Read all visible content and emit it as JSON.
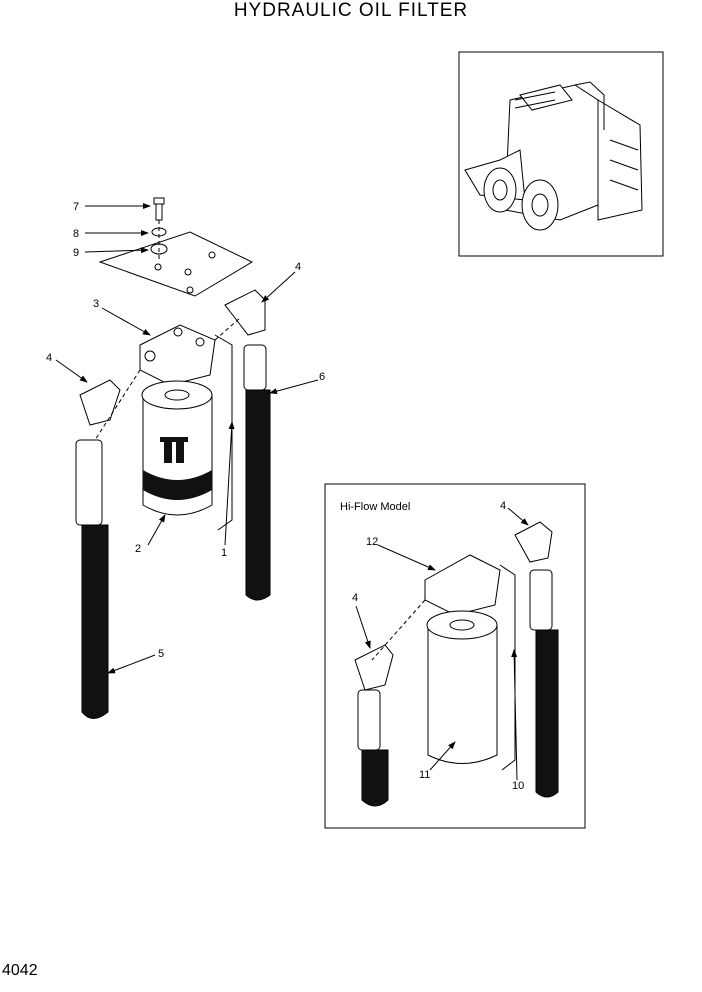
{
  "title": "HYDRAULIC OIL FILTER",
  "page_code": "4042",
  "inset_title": "Hi-Flow Model",
  "callouts": {
    "c7": "7",
    "c8": "8",
    "c9": "9",
    "c3": "3",
    "c4a": "4",
    "c4b": "4",
    "c6": "6",
    "c2": "2",
    "c1": "1",
    "c5": "5",
    "c4c": "4",
    "c12": "12",
    "c4d": "4",
    "c11": "11",
    "c10": "10"
  }
}
